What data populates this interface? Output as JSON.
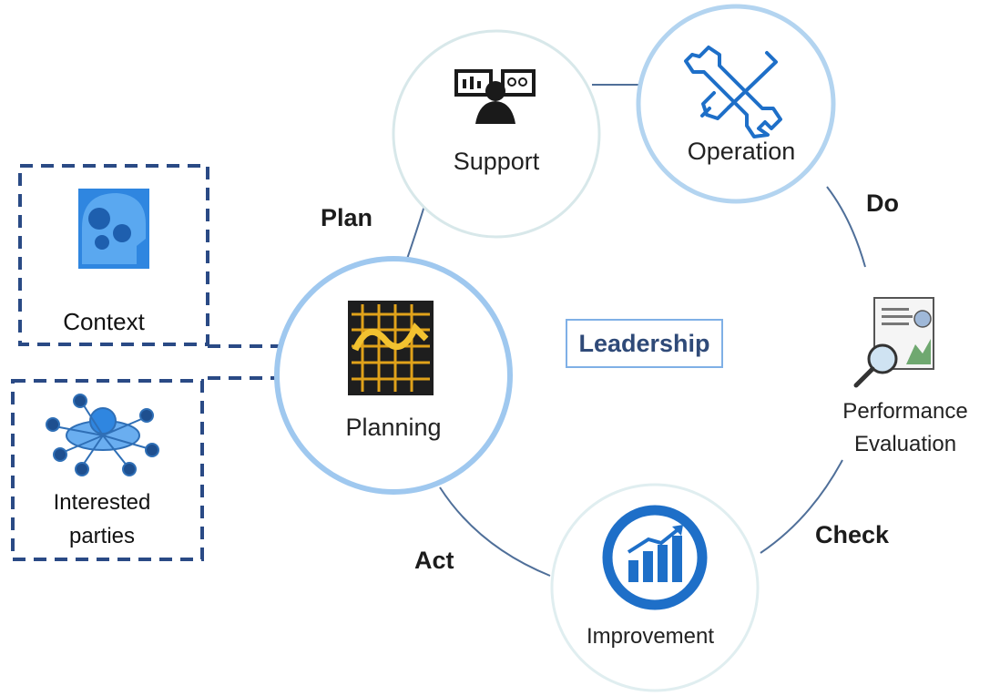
{
  "diagram": {
    "center_label": "Leadership",
    "phases": {
      "plan": "Plan",
      "do": "Do",
      "check": "Check",
      "act": "Act"
    },
    "nodes": {
      "support": "Support",
      "operation": "Operation",
      "performance_line1": "Performance",
      "performance_line2": "Evaluation",
      "improvement": "Improvement",
      "planning": "Planning"
    },
    "inputs": {
      "context": "Context",
      "interested_line1": "Interested",
      "interested_line2": "parties"
    },
    "colors": {
      "ring": "#9fc8ef",
      "ring_faint": "#d8e8ea",
      "connector": "#4f6f99",
      "dashed_box": "#2a4a85",
      "icon_blue": "#1e6fc8",
      "planning_icon_gold": "#e0a21a"
    },
    "icons": {
      "support": "operator-monitor-icon",
      "operation": "wrench-screwdriver-icon",
      "performance": "report-magnifier-icon",
      "improvement": "growth-bar-chart-icon",
      "planning": "strategy-board-icon",
      "context": "head-gears-icon",
      "interested": "stakeholder-network-icon"
    }
  }
}
